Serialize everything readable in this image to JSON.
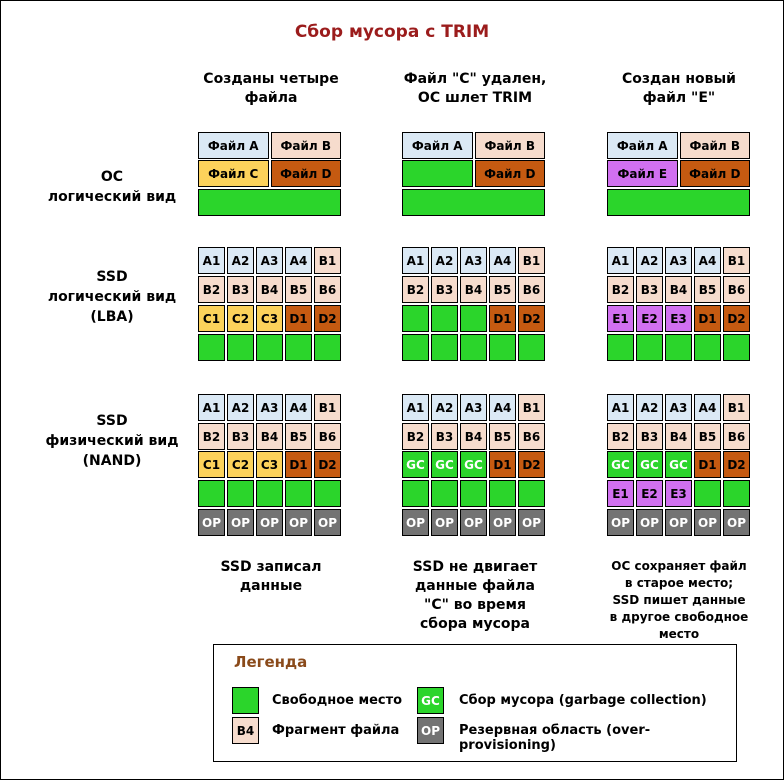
{
  "title": "Сбор мусора с TRIM",
  "colors": {
    "A": "#dbe9f5",
    "B": "#f6dccd",
    "C": "#fcd25b",
    "D": "#c55a11",
    "E": "#d170f0",
    "F": "#2bd52b",
    "GC": "#2bd52b",
    "OP": "#737373",
    "title": "#9b1c1c"
  },
  "row_labels": {
    "os": [
      "ОС",
      "логический вид"
    ],
    "lba": [
      "SSD",
      "логический вид",
      "(LBA)"
    ],
    "nand": [
      "SSD",
      "физический вид",
      "(NAND)"
    ]
  },
  "columns": [
    {
      "heading": [
        "Созданы четыре",
        "файла"
      ],
      "os_view": [
        [
          {
            "label": "Файл A",
            "c": "A"
          },
          {
            "label": "Файл B",
            "c": "B"
          }
        ],
        [
          {
            "label": "Файл C",
            "c": "C"
          },
          {
            "label": "Файл D",
            "c": "D"
          }
        ],
        [
          {
            "label": "",
            "c": "F"
          }
        ]
      ],
      "lba": [
        [
          {
            "t": "A1",
            "c": "A"
          },
          {
            "t": "A2",
            "c": "A"
          },
          {
            "t": "A3",
            "c": "A"
          },
          {
            "t": "A4",
            "c": "A"
          },
          {
            "t": "B1",
            "c": "B"
          }
        ],
        [
          {
            "t": "B2",
            "c": "B"
          },
          {
            "t": "B3",
            "c": "B"
          },
          {
            "t": "B4",
            "c": "B"
          },
          {
            "t": "B5",
            "c": "B"
          },
          {
            "t": "B6",
            "c": "B"
          }
        ],
        [
          {
            "t": "C1",
            "c": "C"
          },
          {
            "t": "C2",
            "c": "C"
          },
          {
            "t": "C3",
            "c": "C"
          },
          {
            "t": "D1",
            "c": "D"
          },
          {
            "t": "D2",
            "c": "D"
          }
        ],
        [
          {
            "t": "",
            "c": "F"
          },
          {
            "t": "",
            "c": "F"
          },
          {
            "t": "",
            "c": "F"
          },
          {
            "t": "",
            "c": "F"
          },
          {
            "t": "",
            "c": "F"
          }
        ]
      ],
      "nand": [
        [
          {
            "t": "A1",
            "c": "A"
          },
          {
            "t": "A2",
            "c": "A"
          },
          {
            "t": "A3",
            "c": "A"
          },
          {
            "t": "A4",
            "c": "A"
          },
          {
            "t": "B1",
            "c": "B"
          }
        ],
        [
          {
            "t": "B2",
            "c": "B"
          },
          {
            "t": "B3",
            "c": "B"
          },
          {
            "t": "B4",
            "c": "B"
          },
          {
            "t": "B5",
            "c": "B"
          },
          {
            "t": "B6",
            "c": "B"
          }
        ],
        [
          {
            "t": "C1",
            "c": "C"
          },
          {
            "t": "C2",
            "c": "C"
          },
          {
            "t": "C3",
            "c": "C"
          },
          {
            "t": "D1",
            "c": "D"
          },
          {
            "t": "D2",
            "c": "D"
          }
        ],
        [
          {
            "t": "",
            "c": "F"
          },
          {
            "t": "",
            "c": "F"
          },
          {
            "t": "",
            "c": "F"
          },
          {
            "t": "",
            "c": "F"
          },
          {
            "t": "",
            "c": "F"
          }
        ],
        [
          {
            "t": "OP",
            "c": "OP"
          },
          {
            "t": "OP",
            "c": "OP"
          },
          {
            "t": "OP",
            "c": "OP"
          },
          {
            "t": "OP",
            "c": "OP"
          },
          {
            "t": "OP",
            "c": "OP"
          }
        ]
      ],
      "caption": [
        "SSD записал",
        "данные"
      ]
    },
    {
      "heading": [
        "Файл \"C\" удален,",
        "ОС шлет TRIM"
      ],
      "os_view": [
        [
          {
            "label": "Файл A",
            "c": "A"
          },
          {
            "label": "Файл B",
            "c": "B"
          }
        ],
        [
          {
            "label": "",
            "c": "F"
          },
          {
            "label": "Файл D",
            "c": "D"
          }
        ],
        [
          {
            "label": "",
            "c": "F"
          }
        ]
      ],
      "lba": [
        [
          {
            "t": "A1",
            "c": "A"
          },
          {
            "t": "A2",
            "c": "A"
          },
          {
            "t": "A3",
            "c": "A"
          },
          {
            "t": "A4",
            "c": "A"
          },
          {
            "t": "B1",
            "c": "B"
          }
        ],
        [
          {
            "t": "B2",
            "c": "B"
          },
          {
            "t": "B3",
            "c": "B"
          },
          {
            "t": "B4",
            "c": "B"
          },
          {
            "t": "B5",
            "c": "B"
          },
          {
            "t": "B6",
            "c": "B"
          }
        ],
        [
          {
            "t": "",
            "c": "F"
          },
          {
            "t": "",
            "c": "F"
          },
          {
            "t": "",
            "c": "F"
          },
          {
            "t": "D1",
            "c": "D"
          },
          {
            "t": "D2",
            "c": "D"
          }
        ],
        [
          {
            "t": "",
            "c": "F"
          },
          {
            "t": "",
            "c": "F"
          },
          {
            "t": "",
            "c": "F"
          },
          {
            "t": "",
            "c": "F"
          },
          {
            "t": "",
            "c": "F"
          }
        ]
      ],
      "nand": [
        [
          {
            "t": "A1",
            "c": "A"
          },
          {
            "t": "A2",
            "c": "A"
          },
          {
            "t": "A3",
            "c": "A"
          },
          {
            "t": "A4",
            "c": "A"
          },
          {
            "t": "B1",
            "c": "B"
          }
        ],
        [
          {
            "t": "B2",
            "c": "B"
          },
          {
            "t": "B3",
            "c": "B"
          },
          {
            "t": "B4",
            "c": "B"
          },
          {
            "t": "B5",
            "c": "B"
          },
          {
            "t": "B6",
            "c": "B"
          }
        ],
        [
          {
            "t": "GC",
            "c": "GC"
          },
          {
            "t": "GC",
            "c": "GC"
          },
          {
            "t": "GC",
            "c": "GC"
          },
          {
            "t": "D1",
            "c": "D"
          },
          {
            "t": "D2",
            "c": "D"
          }
        ],
        [
          {
            "t": "",
            "c": "F"
          },
          {
            "t": "",
            "c": "F"
          },
          {
            "t": "",
            "c": "F"
          },
          {
            "t": "",
            "c": "F"
          },
          {
            "t": "",
            "c": "F"
          }
        ],
        [
          {
            "t": "OP",
            "c": "OP"
          },
          {
            "t": "OP",
            "c": "OP"
          },
          {
            "t": "OP",
            "c": "OP"
          },
          {
            "t": "OP",
            "c": "OP"
          },
          {
            "t": "OP",
            "c": "OP"
          }
        ]
      ],
      "caption": [
        "SSD не двигает",
        "данные файла",
        "\"C\" во время",
        "сбора мусора"
      ]
    },
    {
      "heading": [
        "Создан новый",
        "файл \"E\""
      ],
      "os_view": [
        [
          {
            "label": "Файл A",
            "c": "A"
          },
          {
            "label": "Файл B",
            "c": "B"
          }
        ],
        [
          {
            "label": "Файл E",
            "c": "E"
          },
          {
            "label": "Файл D",
            "c": "D"
          }
        ],
        [
          {
            "label": "",
            "c": "F"
          }
        ]
      ],
      "lba": [
        [
          {
            "t": "A1",
            "c": "A"
          },
          {
            "t": "A2",
            "c": "A"
          },
          {
            "t": "A3",
            "c": "A"
          },
          {
            "t": "A4",
            "c": "A"
          },
          {
            "t": "B1",
            "c": "B"
          }
        ],
        [
          {
            "t": "B2",
            "c": "B"
          },
          {
            "t": "B3",
            "c": "B"
          },
          {
            "t": "B4",
            "c": "B"
          },
          {
            "t": "B5",
            "c": "B"
          },
          {
            "t": "B6",
            "c": "B"
          }
        ],
        [
          {
            "t": "E1",
            "c": "E"
          },
          {
            "t": "E2",
            "c": "E"
          },
          {
            "t": "E3",
            "c": "E"
          },
          {
            "t": "D1",
            "c": "D"
          },
          {
            "t": "D2",
            "c": "D"
          }
        ],
        [
          {
            "t": "",
            "c": "F"
          },
          {
            "t": "",
            "c": "F"
          },
          {
            "t": "",
            "c": "F"
          },
          {
            "t": "",
            "c": "F"
          },
          {
            "t": "",
            "c": "F"
          }
        ]
      ],
      "nand": [
        [
          {
            "t": "A1",
            "c": "A"
          },
          {
            "t": "A2",
            "c": "A"
          },
          {
            "t": "A3",
            "c": "A"
          },
          {
            "t": "A4",
            "c": "A"
          },
          {
            "t": "B1",
            "c": "B"
          }
        ],
        [
          {
            "t": "B2",
            "c": "B"
          },
          {
            "t": "B3",
            "c": "B"
          },
          {
            "t": "B4",
            "c": "B"
          },
          {
            "t": "B5",
            "c": "B"
          },
          {
            "t": "B6",
            "c": "B"
          }
        ],
        [
          {
            "t": "GC",
            "c": "GC"
          },
          {
            "t": "GC",
            "c": "GC"
          },
          {
            "t": "GC",
            "c": "GC"
          },
          {
            "t": "D1",
            "c": "D"
          },
          {
            "t": "D2",
            "c": "D"
          }
        ],
        [
          {
            "t": "E1",
            "c": "E"
          },
          {
            "t": "E2",
            "c": "E"
          },
          {
            "t": "E3",
            "c": "E"
          },
          {
            "t": "",
            "c": "F"
          },
          {
            "t": "",
            "c": "F"
          }
        ],
        [
          {
            "t": "OP",
            "c": "OP"
          },
          {
            "t": "OP",
            "c": "OP"
          },
          {
            "t": "OP",
            "c": "OP"
          },
          {
            "t": "OP",
            "c": "OP"
          },
          {
            "t": "OP",
            "c": "OP"
          }
        ]
      ],
      "caption": [
        "ОС сохраняет файл",
        "в старое место;",
        "SSD пишет данные",
        "в другое свободное",
        "место"
      ]
    }
  ],
  "legend": {
    "title": "Легенда",
    "items": [
      {
        "swatch": "",
        "c": "F",
        "text": "Свободное место"
      },
      {
        "swatch": "B4",
        "c": "B",
        "text": "Фрагмент файла"
      },
      {
        "swatch": "GC",
        "c": "GC",
        "text": "Сбор мусора (garbage collection)"
      },
      {
        "swatch": "OP",
        "c": "OP",
        "text": "Резервная область (over-provisioning)"
      }
    ]
  }
}
